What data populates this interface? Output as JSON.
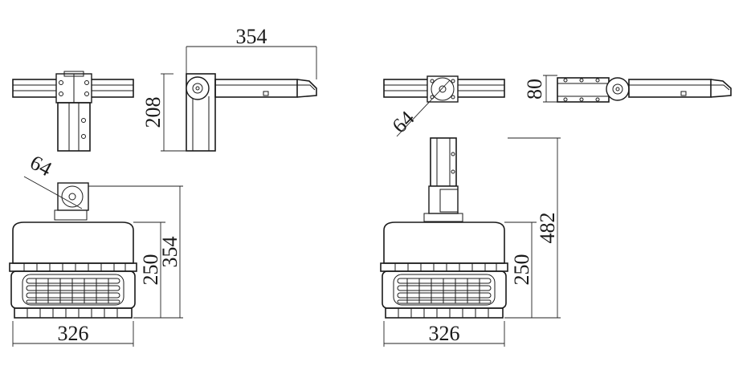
{
  "dimensions": {
    "top_width": "354",
    "side_height": "208",
    "left_pipe_diameter": "64",
    "left_front_height": "250",
    "left_total_height": "354",
    "left_width": "326",
    "right_pipe_diameter": "64",
    "right_side_height": "80",
    "right_total_height": "482",
    "right_front_height": "250",
    "right_width": "326"
  },
  "colors": {
    "line": "#1a1a1a",
    "background": "#ffffff"
  }
}
